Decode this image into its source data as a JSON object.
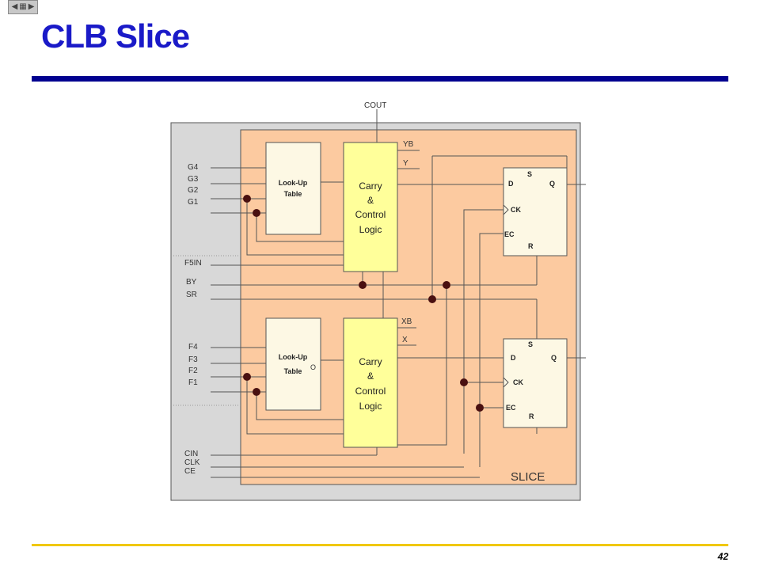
{
  "nav": {
    "back_icon": "prev-slide-icon",
    "menu_icon": "slide-menu-icon",
    "next_icon": "next-slide-icon"
  },
  "title": "CLB Slice",
  "page_number": "42",
  "diagram": {
    "cout": "COUT",
    "slice_label": "SLICE",
    "g_inputs": [
      "G4",
      "G3",
      "G2",
      "G1"
    ],
    "f_inputs": [
      "F4",
      "F3",
      "F2",
      "F1"
    ],
    "f5in": "F5IN",
    "by": "BY",
    "sr": "SR",
    "cin": "CIN",
    "clk": "CLK",
    "ce": "CE",
    "lut_top": [
      "Look-Up",
      "Table"
    ],
    "lut_bottom": [
      "Look-Up",
      "Table"
    ],
    "lut_bottom_out": "O",
    "carry_top": [
      "Carry",
      "&",
      "Control",
      "Logic"
    ],
    "carry_bottom": [
      "Carry",
      "&",
      "Control",
      "Logic"
    ],
    "yb": "YB",
    "y": "Y",
    "xb": "XB",
    "x": "X",
    "ff_top": {
      "s": "S",
      "d": "D",
      "q": "Q",
      "ck": "CK",
      "ec": "EC",
      "r": "R"
    },
    "ff_bottom": {
      "s": "S",
      "d": "D",
      "q": "Q",
      "ck": "CK",
      "ec": "EC",
      "r": "R"
    }
  },
  "colors": {
    "title": "#1a1ac8",
    "rule_top": "#000090",
    "rule_bottom": "#f0c800",
    "slice_fill": "#fccaa0",
    "lut_fill": "#fdf8e4",
    "carry_fill": "#ffff9a",
    "outer_fill": "#d8d8d8"
  }
}
